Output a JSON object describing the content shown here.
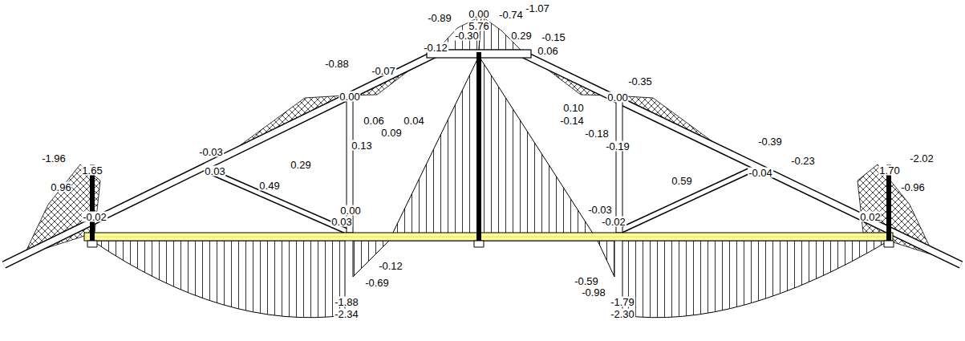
{
  "diagram": {
    "labels": [
      "-0.89",
      "0.00",
      "-0.74",
      "-1.07",
      "5.76",
      "-0.30",
      "0.29",
      "-0.15",
      "-0.12",
      "0.06",
      "-0.88",
      "-0.07",
      "0.00",
      "0.06",
      "0.04",
      "0.09",
      "0.13",
      "-0.35",
      "0.00",
      "0.10",
      "-0.14",
      "-0.18",
      "-0.19",
      "-0.39",
      "-0.23",
      "-0.04",
      "0.59",
      "-1.96",
      "1.65",
      "0.96",
      "-0.02",
      "-0.03",
      "0.03",
      "0.29",
      "0.49",
      "0.00",
      "0.03",
      "-0.12",
      "-0.69",
      "-1.88",
      "-2.34",
      "-0.59",
      "-0.98",
      "-1.79",
      "-2.30",
      "-0.03",
      "-0.02",
      "1.70",
      "-2.02",
      "-0.96",
      "0.02"
    ]
  }
}
